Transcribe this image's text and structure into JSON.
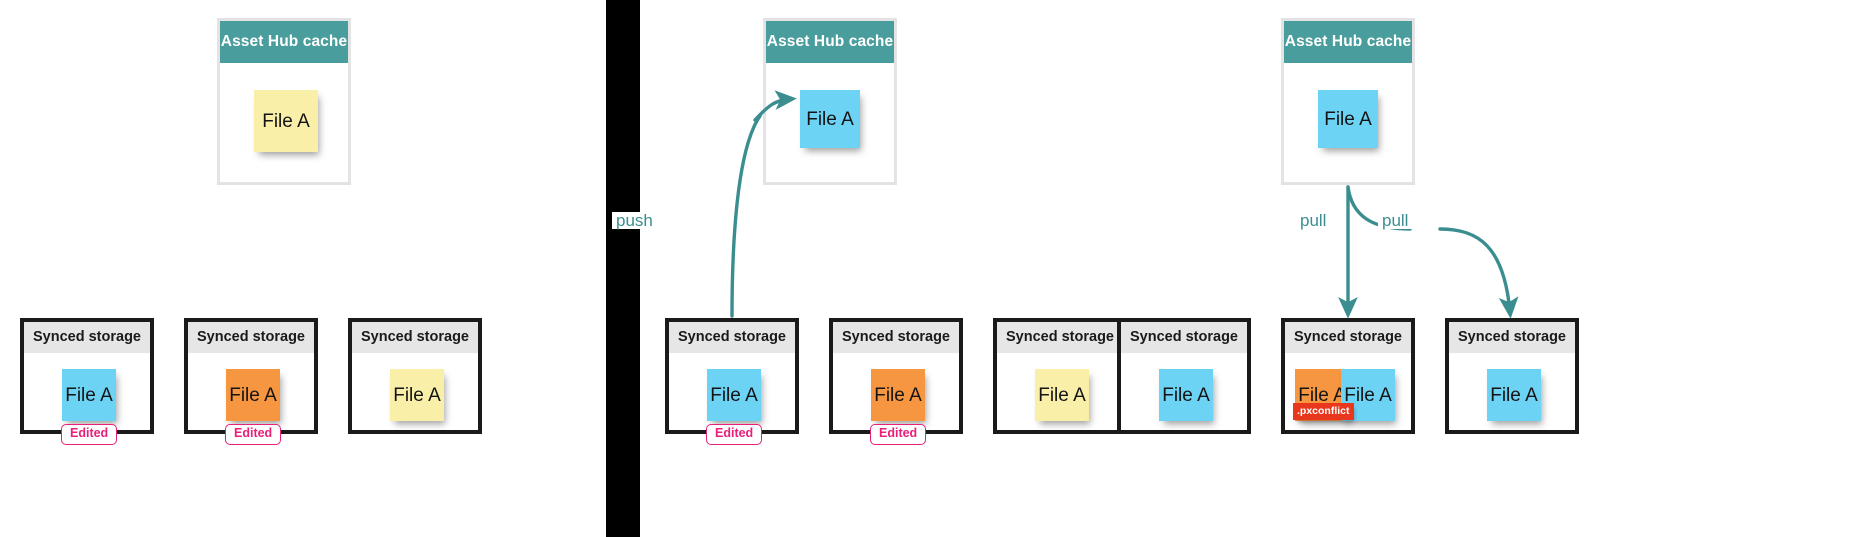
{
  "diagram": {
    "title": "Asset Hub push/pull sync with conflict",
    "colors": {
      "teal": "#4a9d9d",
      "arrow_teal": "#3b8e90",
      "note_yellow": "#faefa8",
      "note_blue": "#6dd3f5",
      "note_orange": "#f79640",
      "badge_edited": "#e8207a",
      "badge_conflict": "#e8371c",
      "store_border": "#1a1a1a",
      "store_header": "#e6e6e6",
      "divider": "#000000"
    },
    "labels": {
      "hub_title": "Asset Hub cache",
      "store_title": "Synced storage",
      "file_name": "File A",
      "edited": "Edited",
      "conflict": ".pxconflict",
      "push": "push",
      "pull": "pull"
    }
  },
  "panels": [
    {
      "id": "panel-1",
      "hub": {
        "title": "Asset Hub cache",
        "note": {
          "color": "yellow",
          "label": "File A"
        }
      },
      "stores": [
        {
          "title": "Synced storage",
          "notes": [
            {
              "color": "blue",
              "label": "File A"
            }
          ],
          "badge": "Edited"
        },
        {
          "title": "Synced storage",
          "notes": [
            {
              "color": "orange",
              "label": "File A"
            }
          ],
          "badge": "Edited"
        },
        {
          "title": "Synced storage",
          "notes": [
            {
              "color": "yellow",
              "label": "File A"
            }
          ],
          "badge": null
        }
      ],
      "arrows": []
    },
    {
      "id": "panel-2",
      "hub": {
        "title": "Asset Hub cache",
        "note": {
          "color": "blue",
          "label": "File A"
        }
      },
      "stores": [
        {
          "title": "Synced storage",
          "notes": [
            {
              "color": "blue",
              "label": "File A"
            }
          ],
          "badge": "Edited"
        },
        {
          "title": "Synced storage",
          "notes": [
            {
              "color": "orange",
              "label": "File A"
            }
          ],
          "badge": "Edited"
        },
        {
          "title": "Synced storage",
          "notes": [
            {
              "color": "yellow",
              "label": "File A"
            }
          ],
          "badge": null
        }
      ],
      "arrows": [
        {
          "label": "push",
          "direction": "up-right"
        }
      ]
    },
    {
      "id": "panel-3",
      "hub": {
        "title": "Asset Hub cache",
        "note": {
          "color": "blue",
          "label": "File A"
        }
      },
      "stores": [
        {
          "title": "Synced storage",
          "notes": [
            {
              "color": "blue",
              "label": "File A"
            }
          ],
          "badge": null
        },
        {
          "title": "Synced storage",
          "notes": [
            {
              "color": "orange",
              "label": "File A",
              "conflict": ".pxconflict"
            },
            {
              "color": "blue",
              "label": "File A"
            }
          ],
          "badge": null
        },
        {
          "title": "Synced storage",
          "notes": [
            {
              "color": "blue",
              "label": "File A"
            }
          ],
          "badge": null
        }
      ],
      "arrows": [
        {
          "label": "pull",
          "direction": "down"
        },
        {
          "label": "pull",
          "direction": "down-right"
        }
      ]
    }
  ]
}
